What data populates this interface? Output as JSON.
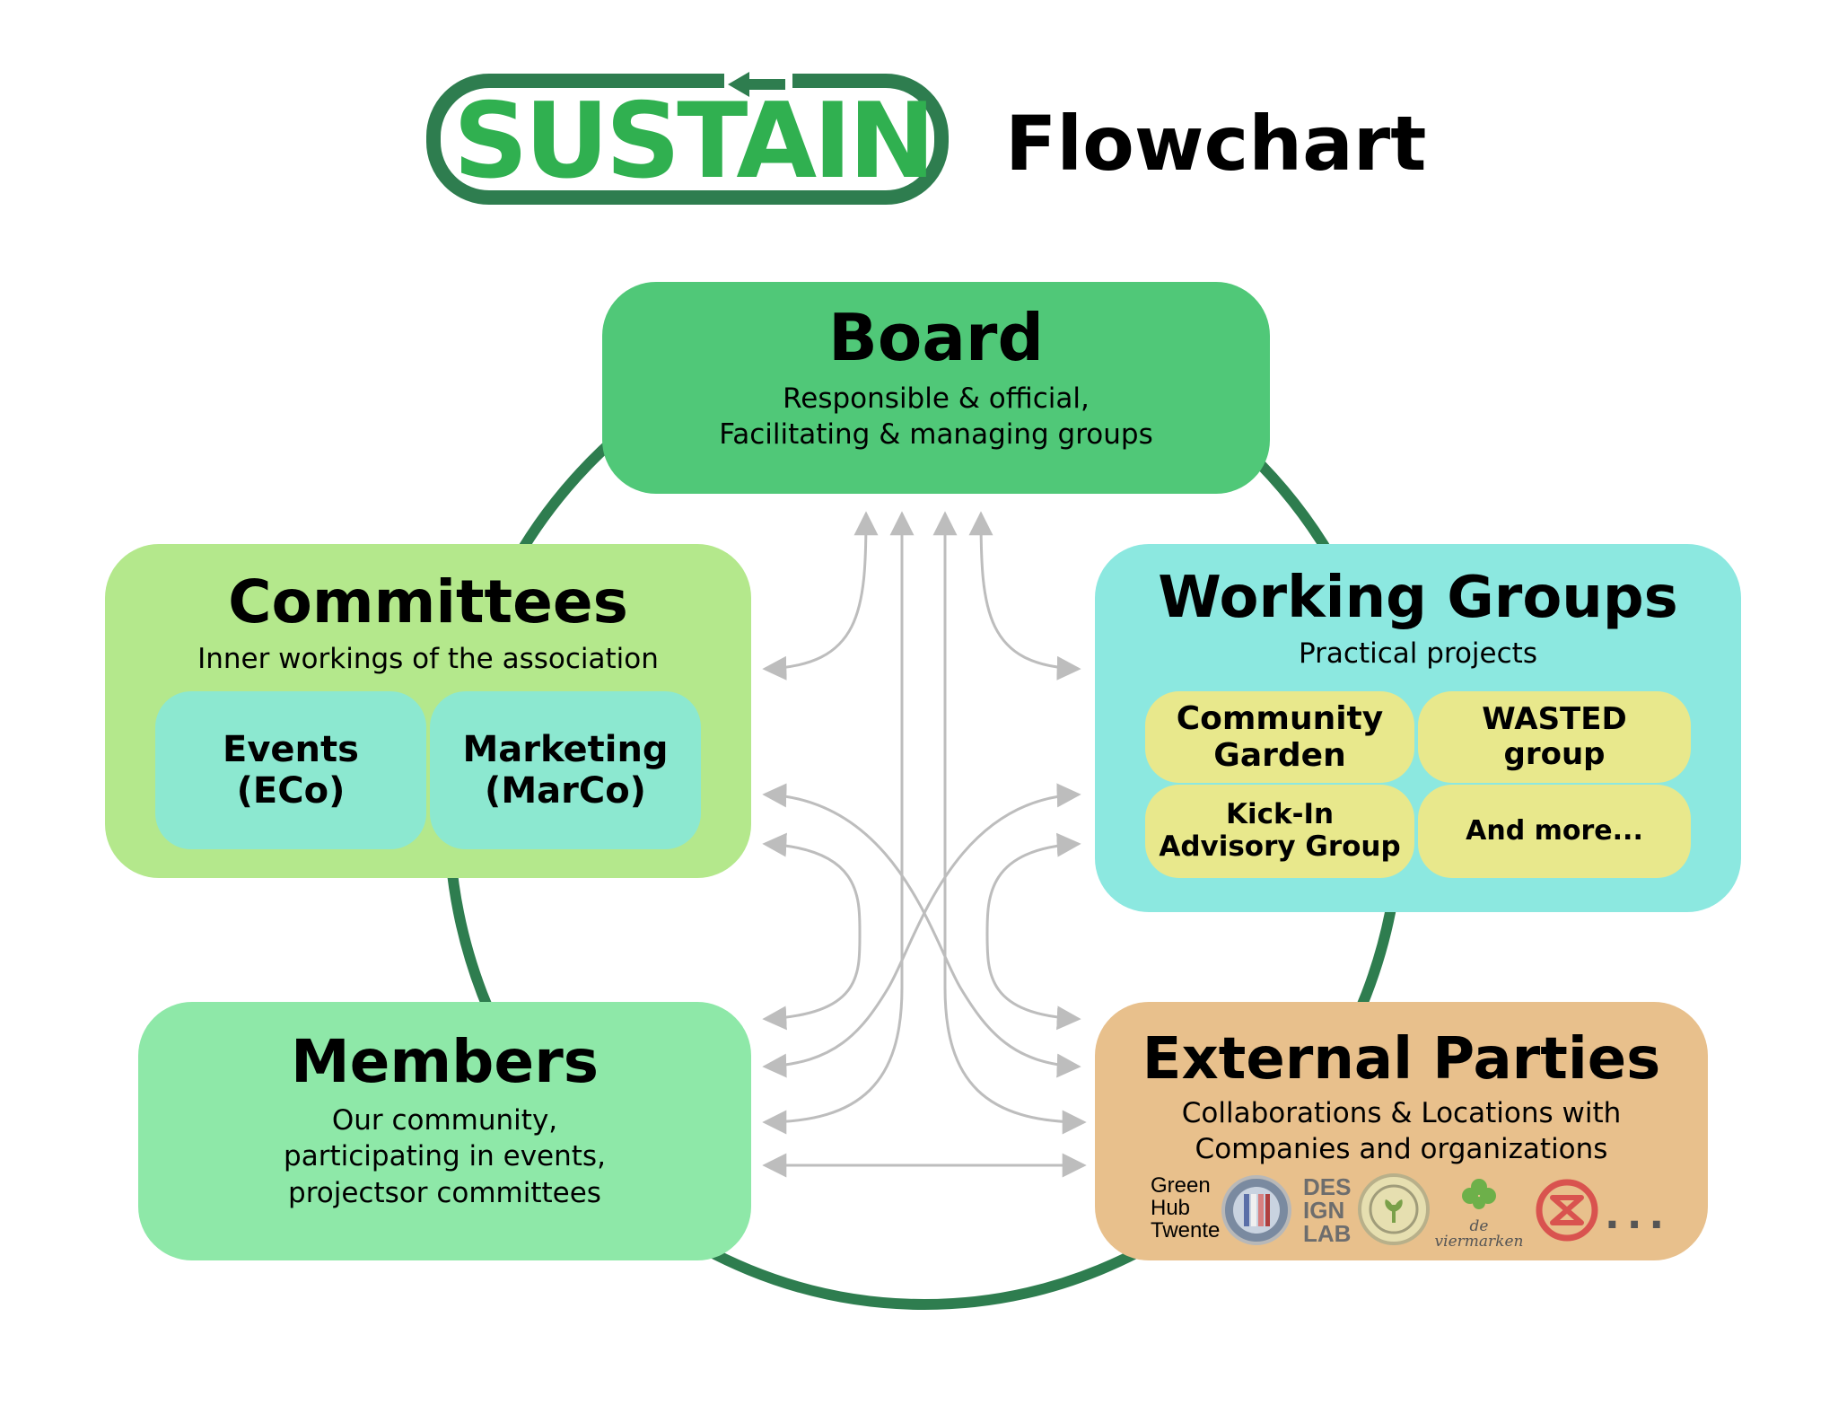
{
  "header": {
    "logo_text": "SUSTAIN",
    "title": "Flowchart"
  },
  "board": {
    "title": "Board",
    "subtitle_line1": "Responsible & official,",
    "subtitle_line2": "Facilitating & managing groups"
  },
  "committees": {
    "title": "Committees",
    "subtitle": "Inner workings of the association",
    "items": [
      {
        "line1": "Events",
        "line2": "(ECo)"
      },
      {
        "line1": "Marketing",
        "line2": "(MarCo)"
      }
    ]
  },
  "working_groups": {
    "title": "Working Groups",
    "subtitle": "Practical projects",
    "items": [
      {
        "line1": "Community",
        "line2": "Garden"
      },
      {
        "line1": "WASTED",
        "line2": "group"
      },
      {
        "line1": "Kick-In",
        "line2": "Advisory Group"
      },
      {
        "line1": "And more...",
        "line2": ""
      }
    ]
  },
  "members": {
    "title": "Members",
    "subtitle_line1": "Our community,",
    "subtitle_line2": "participating in events,",
    "subtitle_line3": "projectsor committees"
  },
  "external_parties": {
    "title": "External Parties",
    "subtitle_line1": "Collaborations & Locations with",
    "subtitle_line2": "Companies and organizations",
    "partner_logos": [
      {
        "icon": "green-hub-twente-logo",
        "text": [
          "Green",
          "Hub",
          "Twente"
        ]
      },
      {
        "icon": "scientists-for-future-logo",
        "text": []
      },
      {
        "icon": "design-lab-logo",
        "text": [
          "DES",
          "IGN",
          "LAB"
        ]
      },
      {
        "icon": "student-association-seal-logo",
        "text": []
      },
      {
        "icon": "de-viermarken-logo",
        "text": [
          "de viermarken"
        ]
      },
      {
        "icon": "extinction-rebellion-logo",
        "text": []
      }
    ],
    "more_indicator": "..."
  },
  "colors": {
    "ring": "#2e7d4f",
    "board": "#50c878",
    "committees": "#b4e88c",
    "committee_item": "#8ce8d0",
    "working_groups": "#8ce8e0",
    "working_group_item": "#e8e88c",
    "members": "#8ee8a8",
    "external": "#e8c08c",
    "arrow": "#bdbdbd",
    "logo_green": "#2e7d4f",
    "logo_light": "#30b050"
  }
}
